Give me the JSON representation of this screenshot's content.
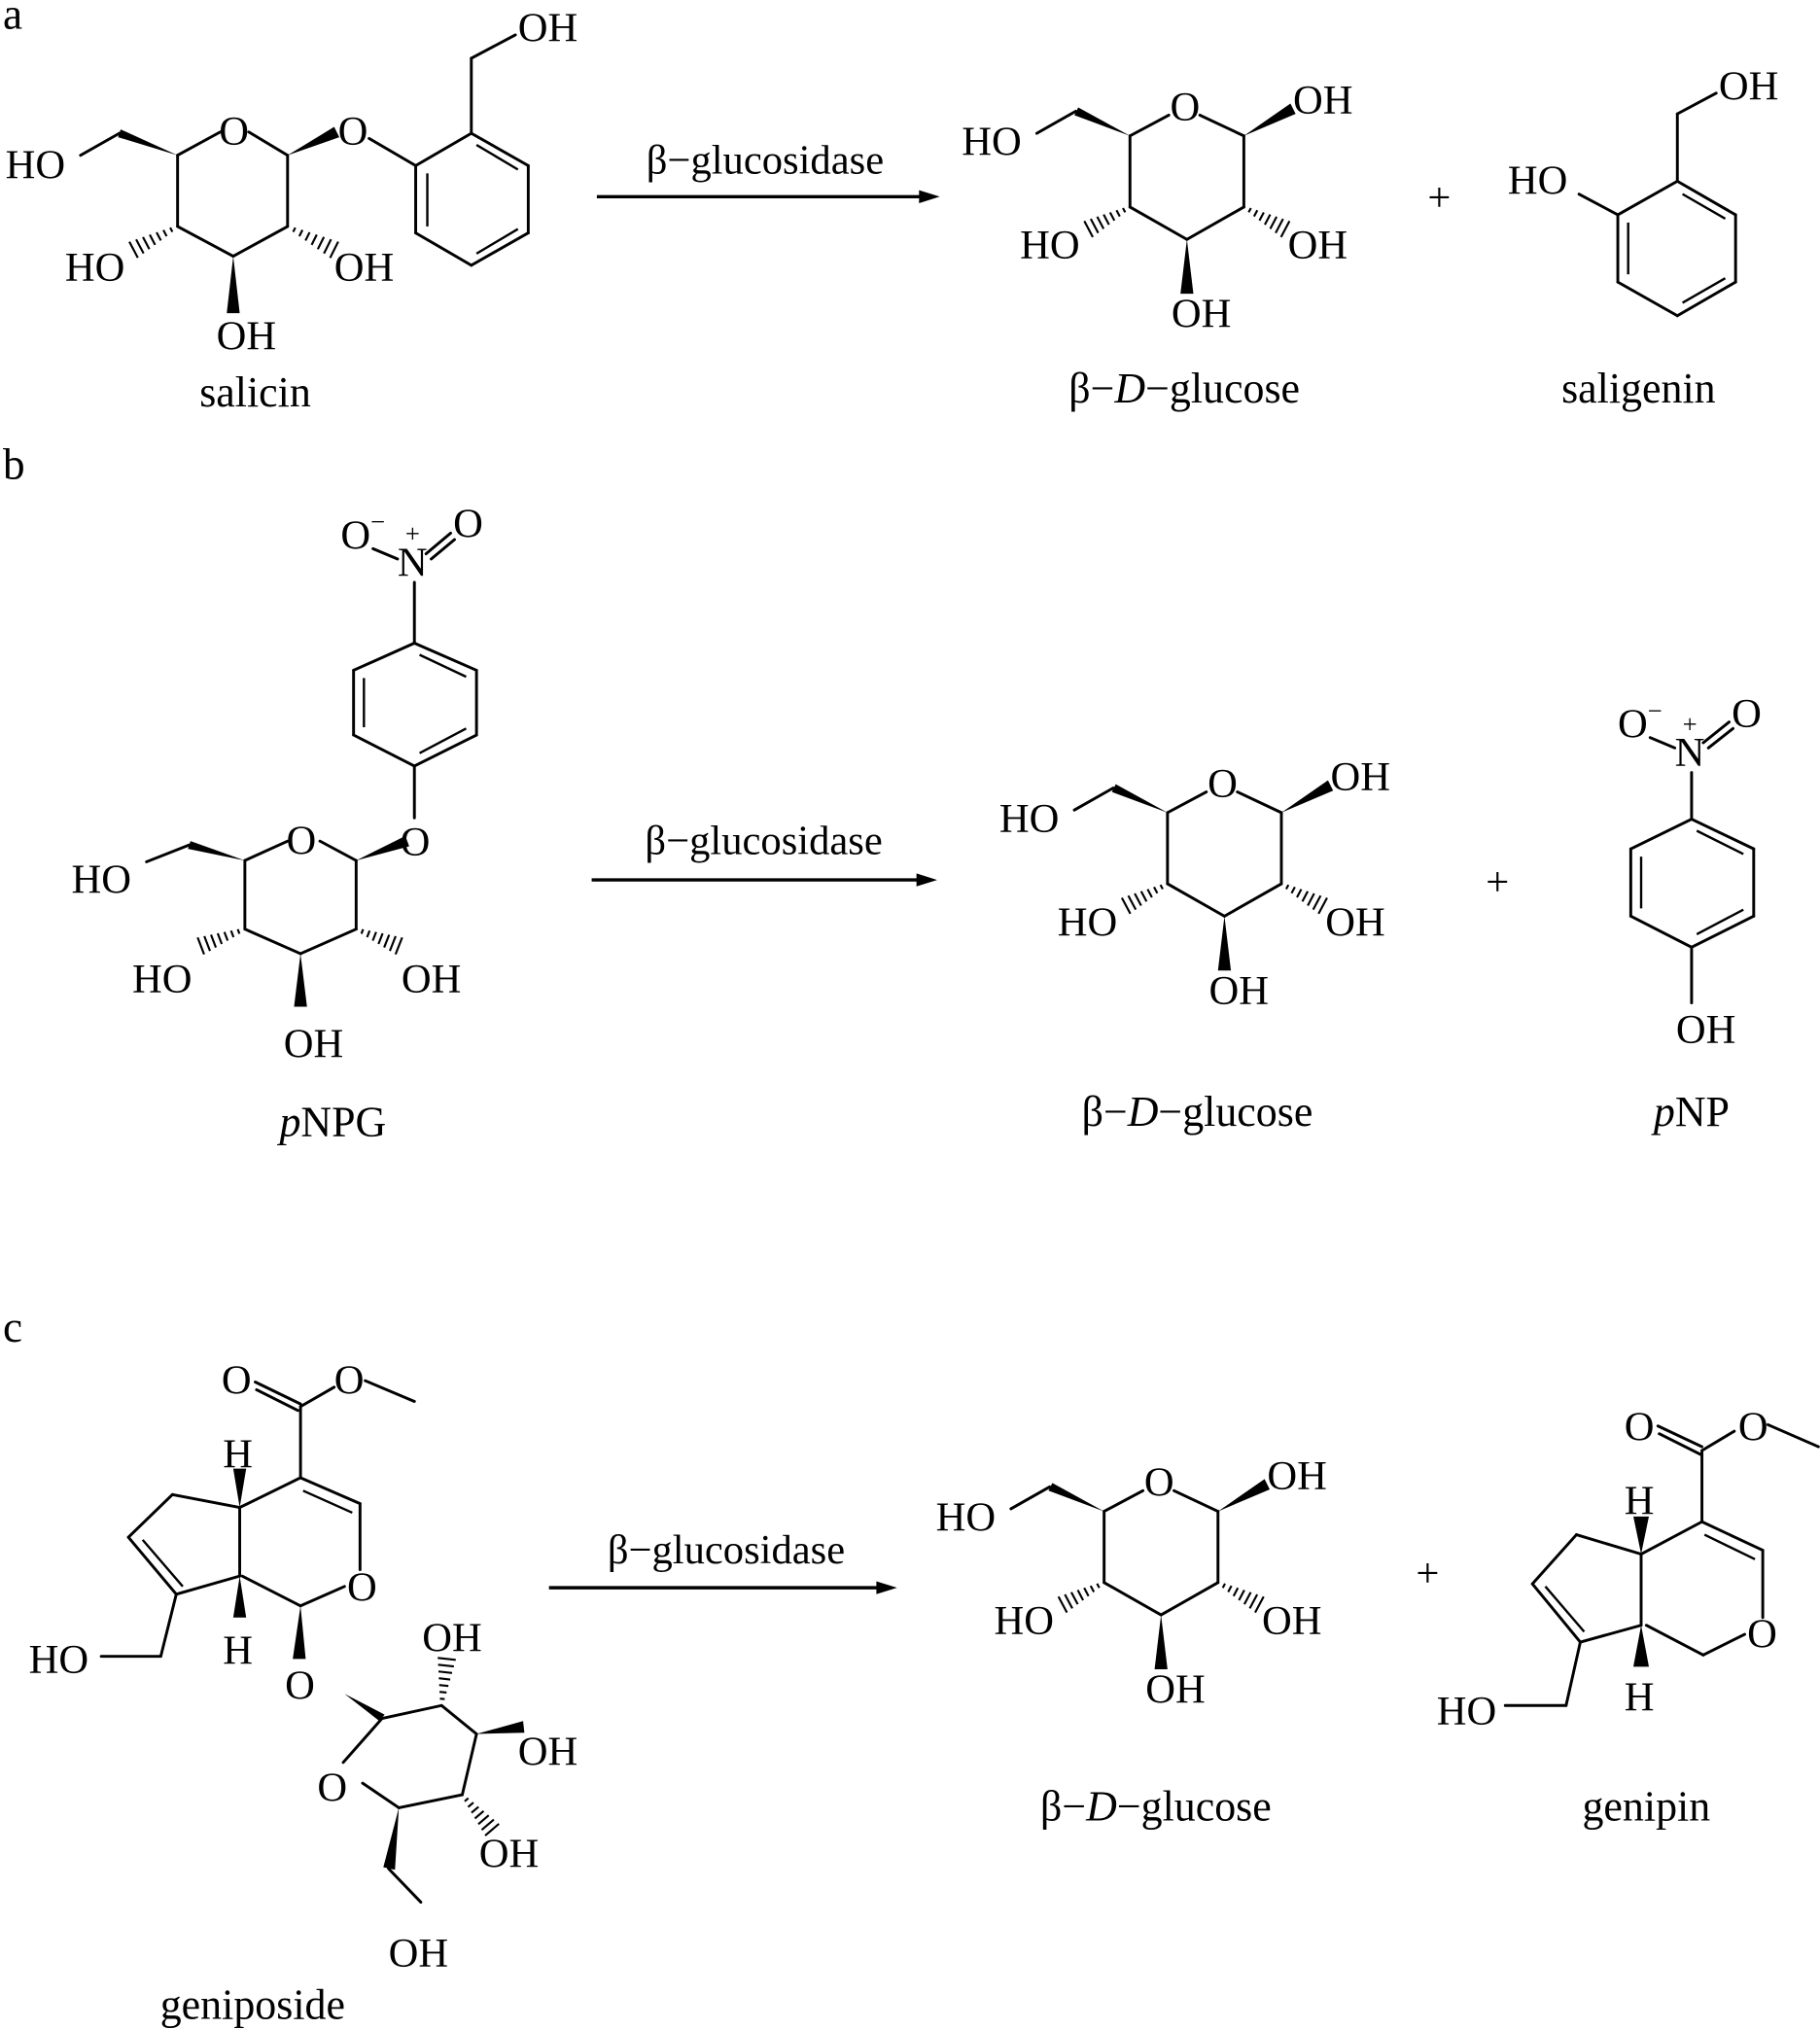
{
  "figure": {
    "panels": [
      {
        "id": "a",
        "letter": "a",
        "enzyme": "β−glucosidase",
        "substrate": "salicin",
        "products": [
          "β−D−glucose",
          "saligenin"
        ],
        "plus": "+"
      },
      {
        "id": "b",
        "letter": "b",
        "enzyme": "β−glucosidase",
        "substrate": "pNPG",
        "products": [
          "β−D−glucose",
          "pNP"
        ],
        "plus": "+"
      },
      {
        "id": "c",
        "letter": "c",
        "enzyme": "β−glucosidase",
        "substrate": "geniposide",
        "products": [
          "β−D−glucose",
          "genipin"
        ],
        "plus": "+"
      }
    ],
    "labels": {
      "beta": "β−",
      "D": "D",
      "glucose": "−glucose",
      "p": "p",
      "NPG": "NPG",
      "NP": "NP"
    },
    "atoms": {
      "OH": "OH",
      "HO": "HO",
      "O": "O",
      "N": "N",
      "H": "H",
      "plus_charge": "+",
      "minus_charge": "−"
    }
  }
}
